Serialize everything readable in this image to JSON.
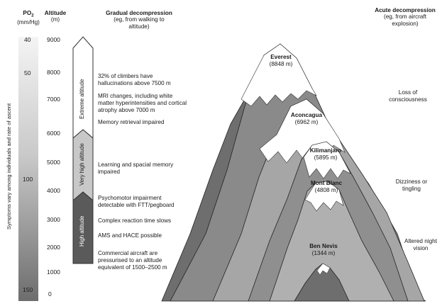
{
  "headers": {
    "po2_title": "PO",
    "po2_sub": "2",
    "po2_unit": "(mm/Hg)",
    "altitude_title": "Altitude",
    "altitude_unit": "(m)",
    "gradual_title": "Gradual decompression",
    "gradual_sub": "(eg, from walking to altitude)",
    "acute_title": "Acute decompression",
    "acute_sub": "(eg, from aircraft explosion)"
  },
  "po2_ticks": [
    "40",
    "50",
    "100",
    "150"
  ],
  "altitude_ticks": [
    "9000",
    "8000",
    "7000",
    "6000",
    "5000",
    "4000",
    "3000",
    "2000",
    "1000",
    "0"
  ],
  "side_label": "Symptoms vary among individuals and rate of ascent",
  "zones": {
    "extreme": "Extreme altitude",
    "very_high": "Very high altitude",
    "high": "High altitude"
  },
  "notes": [
    "32% of climbers have hallucinations above 7500 m",
    "MRI changes, including white matter hyperintensities and cortical atrophy above 7000 m",
    "Memory retrieval impaired",
    "Learning and spacial memory impaired",
    "Psychomotor impairment detectable with FTT/pegboard",
    "Complex reaction time slows",
    "AMS and HACE possible",
    "Commercial aircraft are pressurised to an altitude equivalent of 1500–2500 m"
  ],
  "peaks": [
    {
      "name": "Everest",
      "height": "(8848 m)"
    },
    {
      "name": "Aconcagua",
      "height": "(6962 m)"
    },
    {
      "name": "Kilimanjaro",
      "height": "(5895 m)"
    },
    {
      "name": "Mont Blanc",
      "height": "(4808 m)"
    },
    {
      "name": "Ben Nevis",
      "height": "(1344 m)"
    }
  ],
  "acute_effects": [
    "Loss of consciousness",
    "Dizziness or tingling",
    "Altered night vision"
  ]
}
